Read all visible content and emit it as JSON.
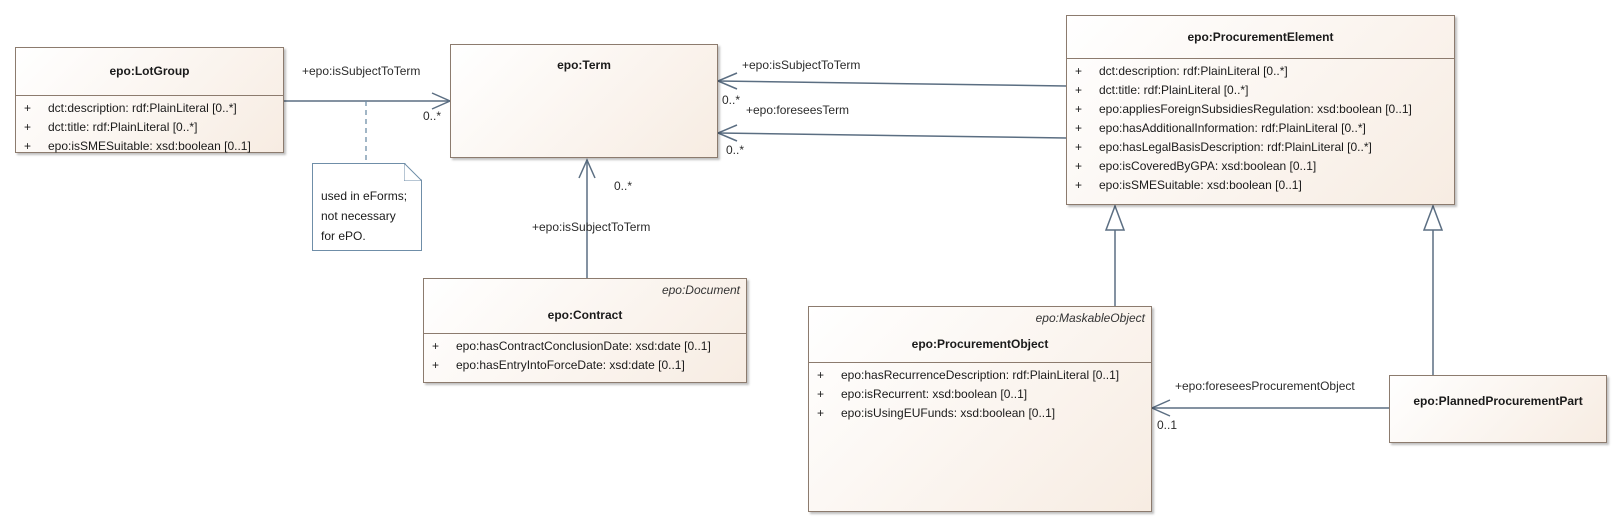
{
  "classes": {
    "lot_group": {
      "name": "epo:LotGroup",
      "attributes": [
        {
          "vis": "+",
          "text": "dct:description: rdf:PlainLiteral [0..*]"
        },
        {
          "vis": "+",
          "text": "dct:title: rdf:PlainLiteral [0..*]"
        },
        {
          "vis": "+",
          "text": "epo:isSMESuitable: xsd:boolean [0..1]"
        }
      ]
    },
    "term": {
      "name": "epo:Term"
    },
    "contract": {
      "stereotype": "epo:Document",
      "name": "epo:Contract",
      "attributes": [
        {
          "vis": "+",
          "text": "epo:hasContractConclusionDate: xsd:date [0..1]"
        },
        {
          "vis": "+",
          "text": "epo:hasEntryIntoForceDate: xsd:date [0..1]"
        }
      ]
    },
    "procurement_element": {
      "name": "epo:ProcurementElement",
      "attributes": [
        {
          "vis": "+",
          "text": "dct:description: rdf:PlainLiteral [0..*]"
        },
        {
          "vis": "+",
          "text": "dct:title: rdf:PlainLiteral [0..*]"
        },
        {
          "vis": "+",
          "text": "epo:appliesForeignSubsidiesRegulation: xsd:boolean [0..1]"
        },
        {
          "vis": "+",
          "text": "epo:hasAdditionalInformation: rdf:PlainLiteral [0..*]"
        },
        {
          "vis": "+",
          "text": "epo:hasLegalBasisDescription: rdf:PlainLiteral [0..*]"
        },
        {
          "vis": "+",
          "text": "epo:isCoveredByGPA: xsd:boolean [0..1]"
        },
        {
          "vis": "+",
          "text": "epo:isSMESuitable: xsd:boolean [0..1]"
        }
      ]
    },
    "procurement_object": {
      "stereotype": "epo:MaskableObject",
      "name": "epo:ProcurementObject",
      "attributes": [
        {
          "vis": "+",
          "text": "epo:hasRecurrenceDescription: rdf:PlainLiteral [0..1]"
        },
        {
          "vis": "+",
          "text": "epo:isRecurrent: xsd:boolean [0..1]"
        },
        {
          "vis": "+",
          "text": "epo:isUsingEUFunds: xsd:boolean [0..1]"
        }
      ]
    },
    "planned_procurement_part": {
      "name": "epo:PlannedProcurementPart"
    }
  },
  "note": {
    "lines": [
      "used in eForms;",
      "not necessary",
      "for ePO."
    ]
  },
  "edge_labels": {
    "lotgroup_term_role": "+epo:isSubjectToTerm",
    "lotgroup_term_mult": "0..*",
    "pe_term1_role": "+epo:isSubjectToTerm",
    "pe_term1_mult": "0..*",
    "pe_term2_role": "+epo:foreseesTerm",
    "pe_term2_mult": "0..*",
    "contract_term_role": "+epo:isSubjectToTerm",
    "contract_term_mult": "0..*",
    "ppp_po_role": "+epo:foreseesProcurementObject",
    "ppp_po_mult": "0..1"
  },
  "colors": {
    "line": "#5b6e82",
    "border": "#8c7b6e",
    "fill_end": "#f7ece2",
    "note_border": "#6f8ea8"
  }
}
